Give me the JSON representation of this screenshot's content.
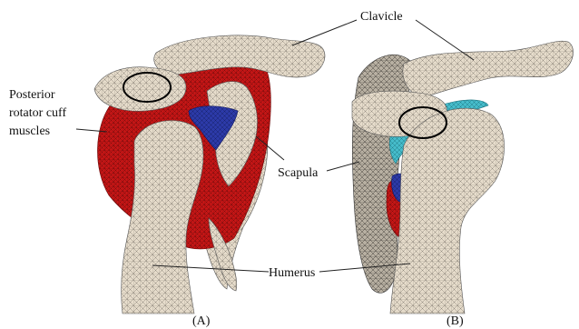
{
  "labels": {
    "clavicle": "Clavicle",
    "posterior_line1": "Posterior",
    "posterior_line2": "rotator cuff",
    "posterior_line3": "muscles",
    "scapula": "Scapula",
    "humerus": "Humerus"
  },
  "captions": {
    "a": "(A)",
    "b": "(B)"
  },
  "colors": {
    "bone": "#e6dccb",
    "muscle": "#cc1414",
    "cartilage_blue": "#2a3aa6",
    "cartilage_cyan": "#3fb8c8",
    "mesh": "#3a3a3a",
    "circle": "#000000"
  }
}
